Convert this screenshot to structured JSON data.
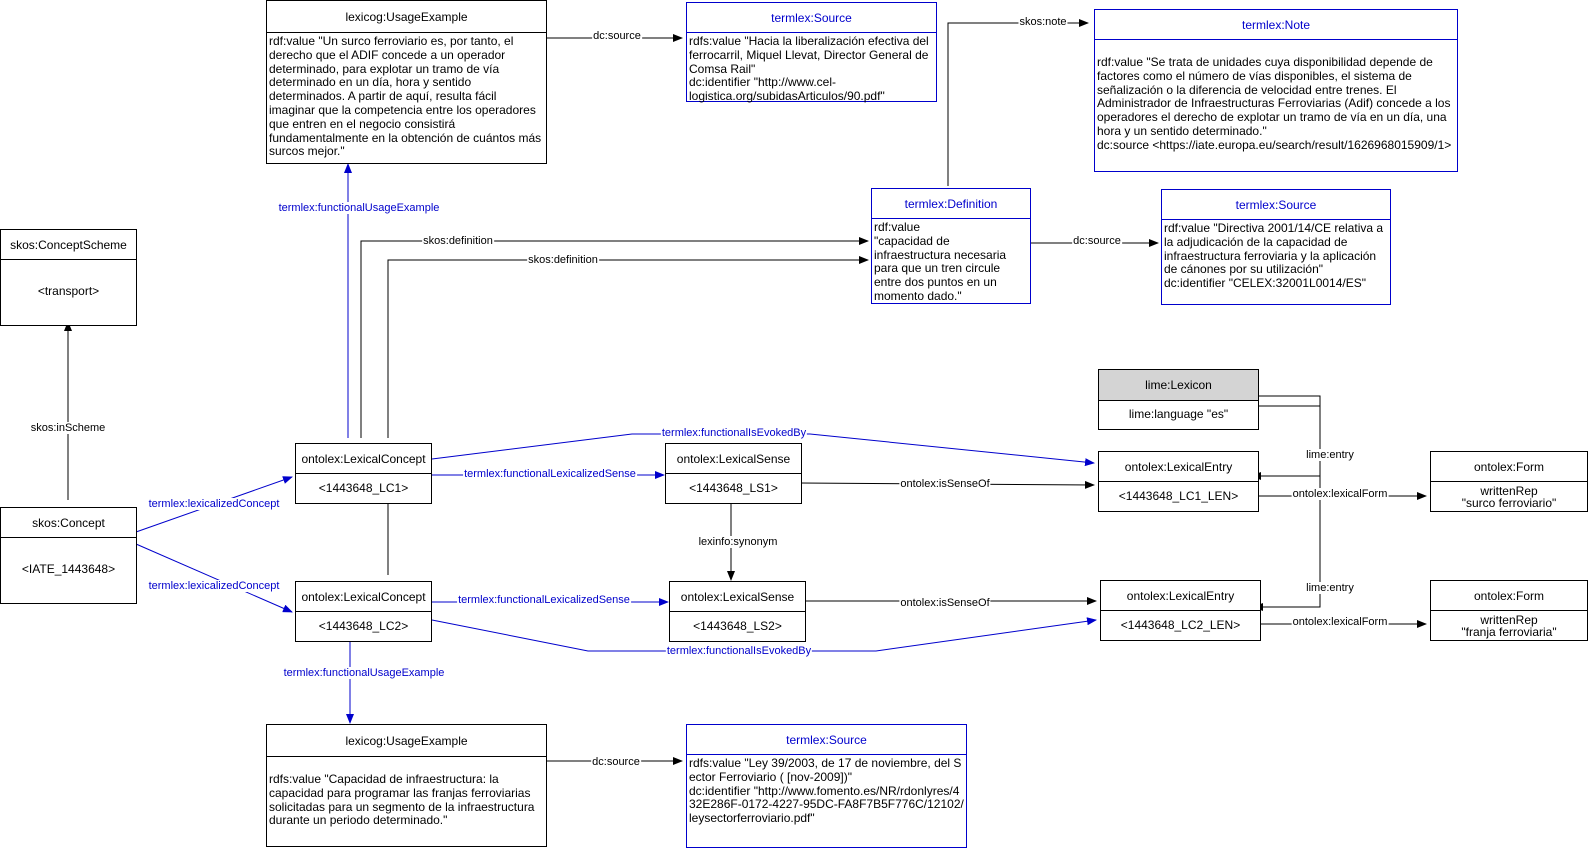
{
  "nodes": {
    "concept_scheme": {
      "title": "skos:ConceptScheme",
      "body": "<transport>"
    },
    "concept": {
      "title": "skos:Concept",
      "body": "<IATE_1443648>"
    },
    "lc1": {
      "title": "ontolex:LexicalConcept",
      "body": "<1443648_LC1>"
    },
    "lc2": {
      "title": "ontolex:LexicalConcept",
      "body": "<1443648_LC2>"
    },
    "ls1": {
      "title": "ontolex:LexicalSense",
      "body": "<1443648_LS1>"
    },
    "ls2": {
      "title": "ontolex:LexicalSense",
      "body": "<1443648_LS2>"
    },
    "lexicon": {
      "title": "lime:Lexicon",
      "body": "lime:language \"es\""
    },
    "le1": {
      "title": "ontolex:LexicalEntry",
      "body": "<1443648_LC1_LEN>"
    },
    "le2": {
      "title": "ontolex:LexicalEntry",
      "body": "<1443648_LC2_LEN>"
    },
    "form1": {
      "title": "ontolex:Form",
      "body": "writtenRep\n\"surco ferroviario\""
    },
    "form2": {
      "title": "ontolex:Form",
      "body": "writtenRep\n\"franja ferroviaria\""
    },
    "usage1": {
      "title": "lexicog:UsageExample",
      "body": "rdf:value \"Un surco ferroviario es, por tanto, el derecho que el ADIF concede a un operador determinado, para explotar un tramo de vía determinado en un día, hora y sentido determinados. A partir de aquí, resulta fácil imaginar que la competencia entre los operadores que entren en el negocio consistirá fundamentalmente en la obtención de cuántos más surcos mejor.\""
    },
    "source1": {
      "title": "termlex:Source",
      "body": "rdfs:value \"Hacia la liberalización efectiva del ferrocarril, Miquel Llevat, Director General de Comsa Rail\"\ndc:identifier \"http://www.cel-logistica.org/subidasArticulos/90.pdf\""
    },
    "note": {
      "title": "termlex:Note",
      "body": "rdf:value \"Se trata de unidades cuya disponibilidad depende de factores como el número de vías disponibles, el sistema de señalización o la diferencia de velocidad entre trenes. El Administrador de Infraestructuras Ferroviarias (Adif) concede a los operadores el derecho de explotar un tramo de vía en un día, una hora y un sentido determinado.\"\ndc:source <https://iate.europa.eu/search/result/1626968015909/1>"
    },
    "definition": {
      "title": "termlex:Definition",
      "body": "rdf:value\n\"capacidad de infraestructura necesaria para que un tren circule entre dos puntos en un momento dado.\""
    },
    "source2": {
      "title": "termlex:Source",
      "body": "rdf:value \"Directiva 2001/14/CE relativa a la adjudicación de la capacidad de infraestructura ferroviaria y la aplicación de cánones por su utilización\"\ndc:identifier \"CELEX:32001L0014/ES\""
    },
    "usage2": {
      "title": "lexicog:UsageExample",
      "body": "rdfs:value \"Capacidad de infraestructura: la capacidad para programar las franjas ferroviarias solicitadas para un segmento de la infraestructura durante un periodo determinado.\""
    },
    "source3": {
      "title": "termlex:Source",
      "body": "rdfs:value \"Ley 39/2003, de 17 de noviembre, del Sector Ferroviario ( [nov-2009])\"\ndc:identifier \"http://www.fomento.es/NR/rdonlyres/432E286F-0172-4227-95DC-FA8F7B5F776C/12102/leysectorferroviario.pdf\""
    }
  },
  "edges": {
    "in_scheme": "skos:inScheme",
    "lexicalized_concept_1": "termlex:lexicalizedConcept",
    "lexicalized_concept_2": "termlex:lexicalizedConcept",
    "usage_example_1": "termlex:functionalUsageExample",
    "usage_example_2": "termlex:functionalUsageExample",
    "source_usage_1": "dc:source",
    "source_usage_2": "dc:source",
    "note": "skos:note",
    "definition_1": "skos:definition",
    "definition_2": "skos:definition",
    "definition_source": "dc:source",
    "evoked_by_1": "termlex:functionalIsEvokedBy",
    "evoked_by_2": "termlex:functionalIsEvokedBy",
    "lexicalized_sense_1": "termlex:functionalLexicalizedSense",
    "lexicalized_sense_2": "termlex:functionalLexicalizedSense",
    "sense_of_1": "ontolex:isSenseOf",
    "sense_of_2": "ontolex:isSenseOf",
    "synonym": "lexinfo:synonym",
    "entry_1": "lime:entry",
    "entry_2": "lime:entry",
    "lexical_form_1": "ontolex:lexicalForm",
    "lexical_form_2": "ontolex:lexicalForm"
  },
  "colors": {
    "primary_edge": "#000000",
    "termlex_edge": "#0000cc",
    "lexicon_header": "#d4d4d4"
  }
}
